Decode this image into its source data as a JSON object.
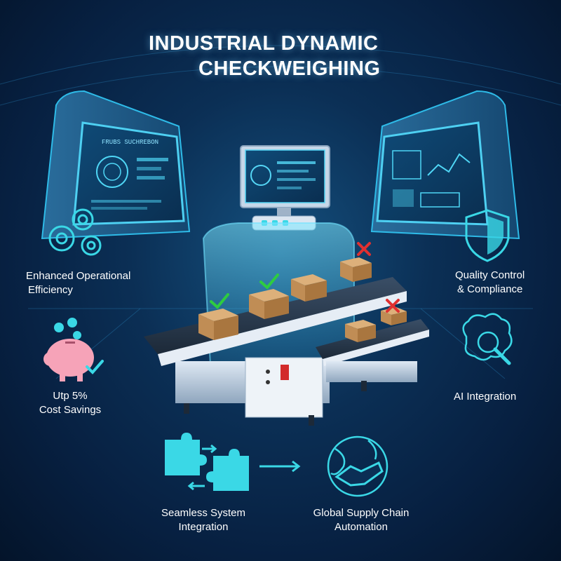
{
  "title": {
    "line1": "INDUSTRIAL DYNAMIC",
    "line2": "CHECKWEIGHING"
  },
  "monitor": {
    "left_header": "FRUBS SUCHREBON"
  },
  "features": [
    {
      "id": "efficiency",
      "line1": "Enhanced Operational",
      "line2": "Efficiency",
      "icon": "gears-icon"
    },
    {
      "id": "quality",
      "line1": "Quality Control",
      "line2": "& Compliance",
      "icon": "shield-icon"
    },
    {
      "id": "savings",
      "line1": "Utp 5%",
      "line2": "Cost Savings",
      "icon": "piggy-bank-icon"
    },
    {
      "id": "ai",
      "line1": "AI Integration",
      "line2": "",
      "icon": "brain-icon"
    },
    {
      "id": "integration",
      "line1": "Seamless System",
      "line2": "Integration",
      "icon": "puzzle-icon"
    },
    {
      "id": "supply",
      "line1": "Global Supply Chain",
      "line2": "Automation",
      "icon": "globe-handshake-icon"
    }
  ],
  "colors": {
    "background": "#0b2f55",
    "accent": "#3ad8e6",
    "pass": "#2ecc40",
    "reject": "#e03030",
    "box": "#c99a62"
  }
}
